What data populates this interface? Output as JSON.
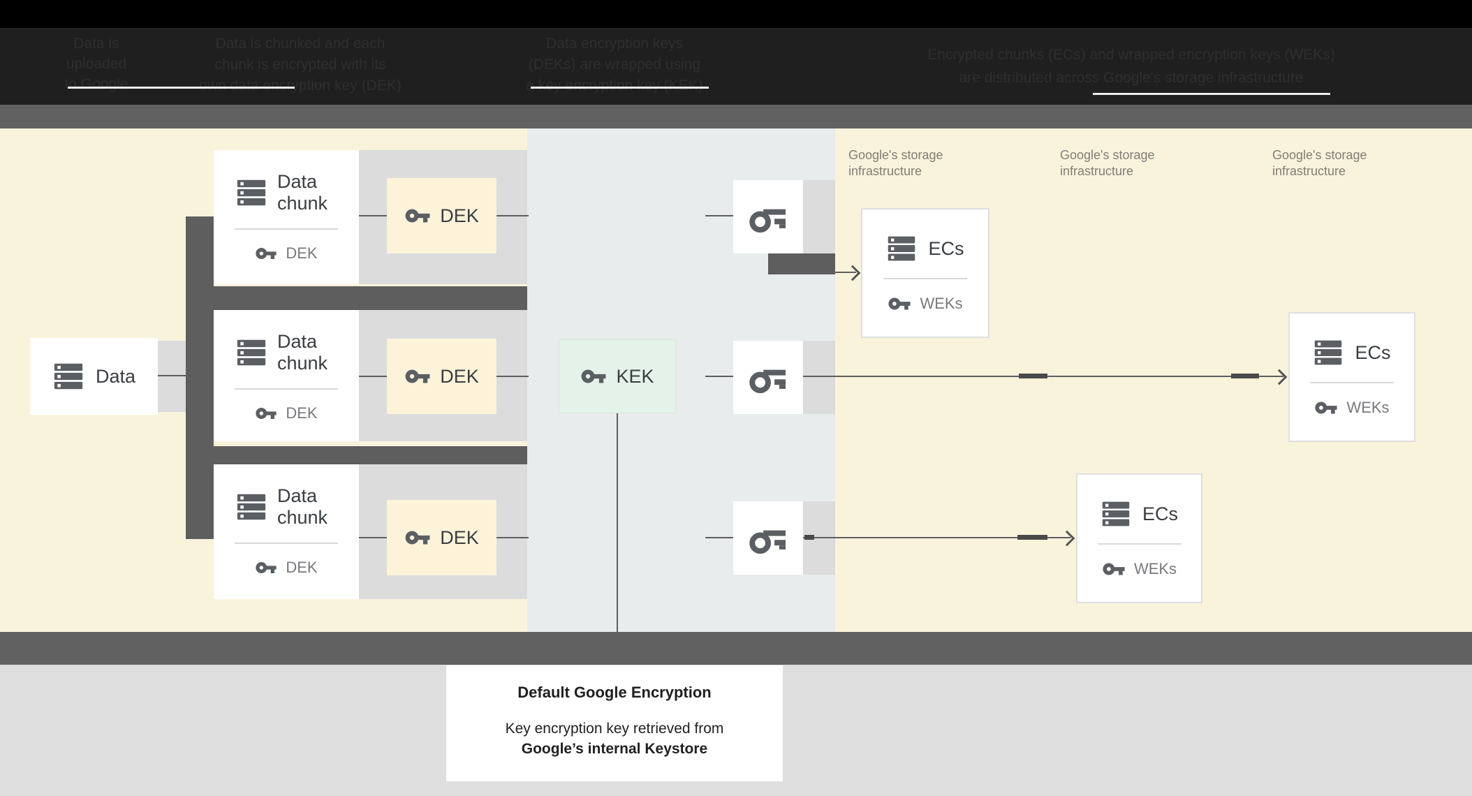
{
  "header": {
    "columns": [
      {
        "lines": [
          "Data is",
          "uploaded",
          "to Google"
        ]
      },
      {
        "lines": [
          "Data is chunked and each",
          "chunk is encrypted with its",
          "own data encryption key (DEK)"
        ]
      },
      {
        "lines": [
          "Data encryption keys",
          "(DEKs) are wrapped using",
          "a key encryption key (KEK)"
        ]
      },
      {
        "lines": [
          "Encrypted chunks (ECs) and wrapped encryption keys (WEKs)",
          "are distributed across Google's storage infrastructure"
        ]
      }
    ]
  },
  "diagram": {
    "data_box": {
      "label": "Data"
    },
    "chunk_boxes": [
      {
        "title": "Data chunk",
        "key_label": "DEK"
      },
      {
        "title": "Data chunk",
        "key_label": "DEK"
      },
      {
        "title": "Data chunk",
        "key_label": "DEK"
      }
    ],
    "dek_boxes": [
      {
        "label": "DEK"
      },
      {
        "label": "DEK"
      },
      {
        "label": "DEK"
      }
    ],
    "kek_box": {
      "label": "KEK"
    },
    "storage_labels": [
      "Google's storage infrastructure",
      "Google's storage infrastructure",
      "Google's storage infrastructure"
    ],
    "ecs_boxes": [
      {
        "title": "ECs",
        "key_label": "WEKs"
      },
      {
        "title": "ECs",
        "key_label": "WEKs"
      },
      {
        "title": "ECs",
        "key_label": "WEKs"
      }
    ]
  },
  "caption": {
    "title": "Default Google Encryption",
    "line1": "Key encryption key retrieved from",
    "line2": "Google’s internal Keystore"
  },
  "colors": {
    "header_bg": "#000000",
    "header_text": "#2e2e2e",
    "band": "#616161",
    "cream": "#FAF3DC",
    "mid_panel": "#E8ECEC",
    "panel_gray": "#DCDCDC",
    "dark_element": "#5E5E5E",
    "dek_box": "#FCF3D9",
    "kek_box": "#E5F2E9",
    "icon": "#5B5E62",
    "label_dark": "#3A3D41",
    "label_gray": "#77797C",
    "storage_label": "#7E7E78",
    "bottom_band": "#DEDEDE"
  }
}
